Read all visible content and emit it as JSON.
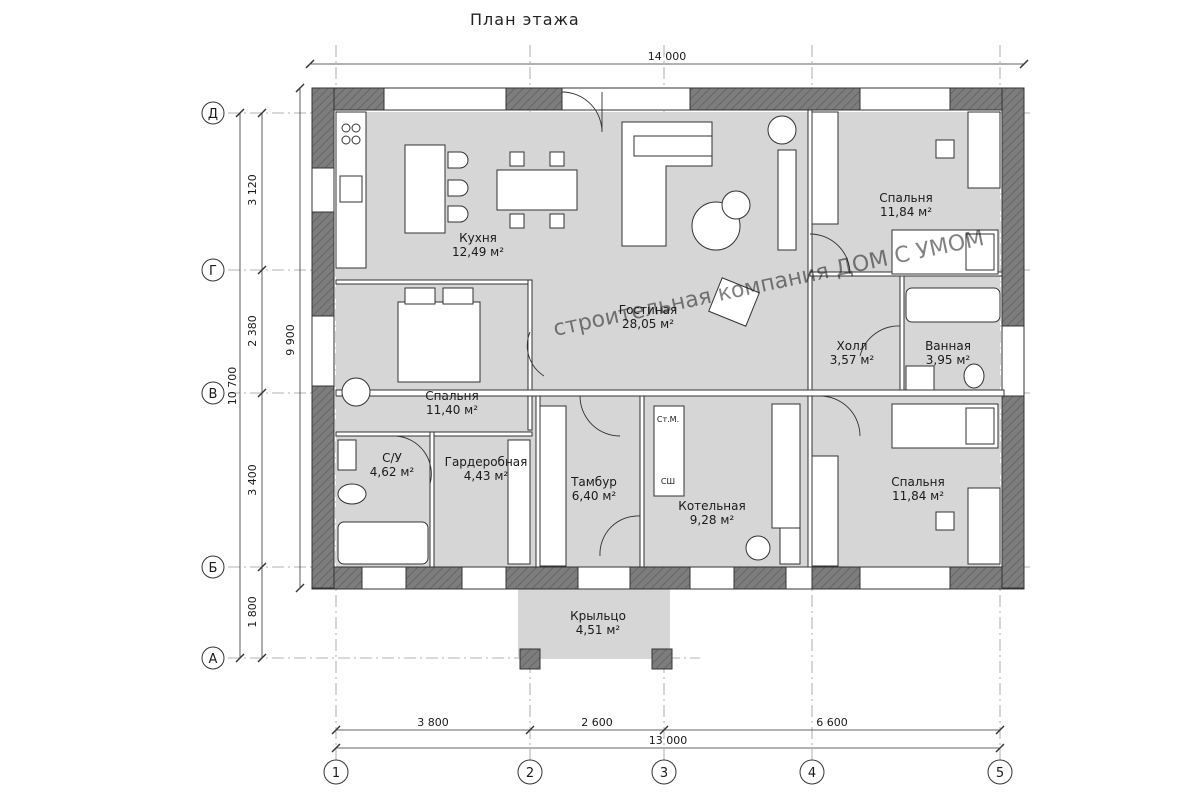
{
  "title": "План этажа",
  "dimensions": {
    "total_top": "14 000",
    "total_bottom": "13 000",
    "total_left": "10 700",
    "sub_left": "9 900",
    "bottom_segments": [
      "3 800",
      "2 600",
      "6 600"
    ],
    "left_segments": [
      "3 120",
      "2 380",
      "3 400",
      "1 800"
    ]
  },
  "axes": {
    "letters": [
      "Д",
      "Г",
      "В",
      "Б",
      "А"
    ],
    "numbers": [
      "1",
      "2",
      "3",
      "4",
      "5"
    ]
  },
  "rooms": [
    {
      "name": "Кухня",
      "area": "12,49 м²"
    },
    {
      "name": "Гостиная",
      "area": "28,05 м²"
    },
    {
      "name": "Спальня",
      "area": "11,84 м²"
    },
    {
      "name": "Спальня",
      "area": "11,40 м²"
    },
    {
      "name": "Холл",
      "area": "3,57 м²"
    },
    {
      "name": "Ванная",
      "area": "3,95 м²"
    },
    {
      "name": "С/У",
      "area": "4,62 м²"
    },
    {
      "name": "Гардеробная",
      "area": "4,43 м²"
    },
    {
      "name": "Тамбур",
      "area": "6,40 м²"
    },
    {
      "name": "Котельная",
      "area": "9,28 м²"
    },
    {
      "name": "Спальня",
      "area": "11,84 м²"
    },
    {
      "name": "Крыльцо",
      "area": "4,51 м²"
    }
  ],
  "equipment": {
    "boiler_tag_1": "Ст.М.",
    "boiler_tag_2": "СШ"
  },
  "watermark": "строительная компания ДОМ С УМОМ",
  "colors": {
    "wall": "#7a7a7a",
    "floor": "#d6d6d6",
    "line": "#222222",
    "window": "#ffffff"
  }
}
